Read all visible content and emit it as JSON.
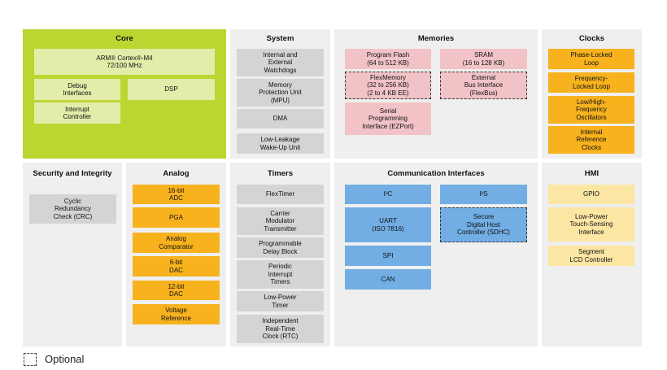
{
  "core": {
    "title": "Core",
    "cortex": "ARM® Cortex®-M4\n72/100 MHz",
    "debug": "Debug\nInterfaces",
    "dsp": "DSP",
    "interrupt": "Interrupt\nController"
  },
  "system": {
    "title": "System",
    "watchdogs": "Internal and\nExternal\nWatchdogs",
    "mpu": "Memory\nProtection Unit\n(MPU)",
    "dma": "DMA",
    "llwu": "Low-Leakage\nWake-Up Unit"
  },
  "memories": {
    "title": "Memories",
    "program_flash": "Program Flash\n(64 to 512 KB)",
    "sram": "SRAM\n(16 to 128 KB)",
    "flexmemory": "FlexMemory\n(32 to 256 KB)\n(2 to 4 KB EE)",
    "flexbus": "External\nBus Interface\n(FlexBus)",
    "ezport": "Serial\nProgramming\nInterface (EZPort)"
  },
  "clocks": {
    "title": "Clocks",
    "pll": "Phase-Locked\nLoop",
    "fll": "Frequency-\nLocked Loop",
    "osc": "Low/High-\nFrequency\nOscillators",
    "irc": "Internal\nReference\nClocks"
  },
  "security": {
    "title": "Security\nand Integrity",
    "crc": "Cyclic\nRedundancy\nCheck (CRC)"
  },
  "analog": {
    "title": "Analog",
    "adc": "16-bit\nADC",
    "pga": "PGA",
    "comparator": "Analog\nComparator",
    "dac6": "6-bit\nDAC",
    "dac12": "12-bit\nDAC",
    "vref": "Voltage\nReference"
  },
  "timers": {
    "title": "Timers",
    "flextimer": "FlexTimer",
    "cmt": "Carrier\nModulator\nTransmitter",
    "pdb": "Programmable\nDelay Block",
    "pit": "Periodic\nInterrupt\nTimers",
    "lpt": "Low-Power\nTimer",
    "rtc": "Independent\nReal-Time\nClock (RTC)"
  },
  "comm": {
    "title": "Communication Interfaces",
    "i2c": "I²C",
    "i2s": "I²S",
    "uart": "UART\n(ISO 7816)",
    "sdhc": "Secure\nDigital Host\nController (SDHC)",
    "spi": "SPI",
    "can": "CAN"
  },
  "hmi": {
    "title": "HMI",
    "gpio": "GPIO",
    "tsi": "Low-Power\nTouch-Sensing\nInterface",
    "lcd": "Segment\nLCD Controller"
  },
  "legend": {
    "optional": "Optional"
  },
  "colors": {
    "core_panel": "#bcd631",
    "core_block": "#e4ecaa",
    "panel": "#efefef",
    "gray_block": "#d4d4d4",
    "memory_block": "#f2c3c6",
    "orange_block": "#f7b21e",
    "comm_block": "#72aee4",
    "hmi_block": "#fbe6a4"
  }
}
